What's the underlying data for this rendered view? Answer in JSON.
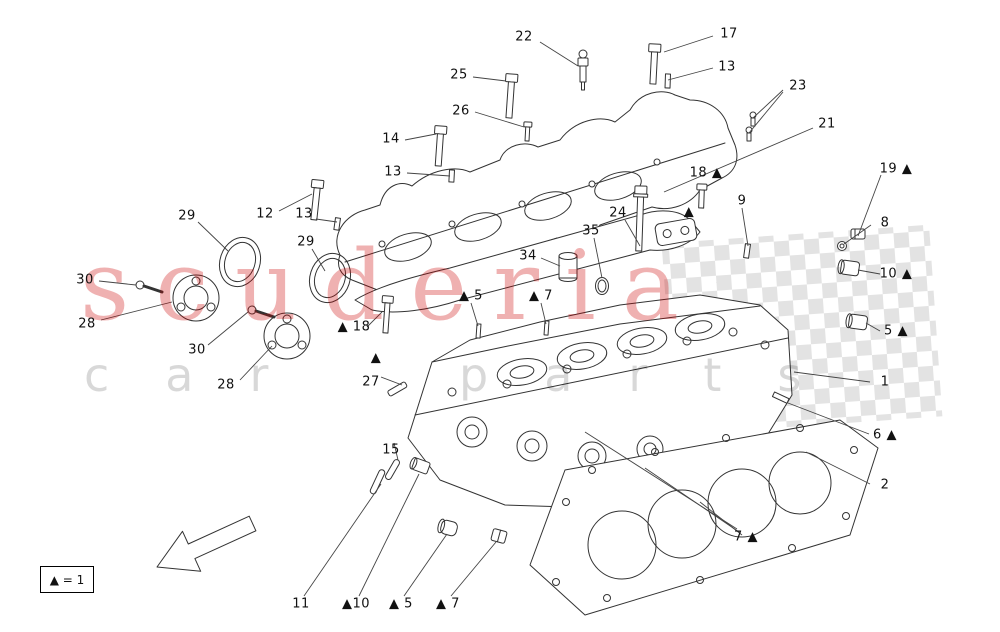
{
  "watermark": {
    "primary": "scuderia",
    "secondary": "car parts",
    "primary_color": "#cc0000"
  },
  "legend": {
    "label": "▲ = 1"
  },
  "callouts": [
    {
      "label": "22"
    },
    {
      "label": "17"
    },
    {
      "label": "25"
    },
    {
      "label": "13"
    },
    {
      "label": "26"
    },
    {
      "label": "23"
    },
    {
      "label": "14"
    },
    {
      "label": "21"
    },
    {
      "label": "13"
    },
    {
      "label": "18 ▲"
    },
    {
      "label": "19 ▲"
    },
    {
      "label": "12"
    },
    {
      "label": "13"
    },
    {
      "label": "29"
    },
    {
      "label": "9"
    },
    {
      "label": "8"
    },
    {
      "label": "24"
    },
    {
      "label": "35"
    },
    {
      "label": "34"
    },
    {
      "label": "29"
    },
    {
      "label": "30"
    },
    {
      "label": "10 ▲"
    },
    {
      "label": "28"
    },
    {
      "label": "▲ 18"
    },
    {
      "label": "▲ 5"
    },
    {
      "label": "▲ 7"
    },
    {
      "label": "5 ▲"
    },
    {
      "label": "30"
    },
    {
      "label": "▲"
    },
    {
      "label": "1"
    },
    {
      "label": "28"
    },
    {
      "label": "▲"
    },
    {
      "label": "27"
    },
    {
      "label": "6 ▲"
    },
    {
      "label": "15"
    },
    {
      "label": "2"
    },
    {
      "label": "7 ▲"
    },
    {
      "label": "11"
    },
    {
      "label": "▲10"
    },
    {
      "label": "▲ 5"
    },
    {
      "label": "▲ 7"
    }
  ]
}
